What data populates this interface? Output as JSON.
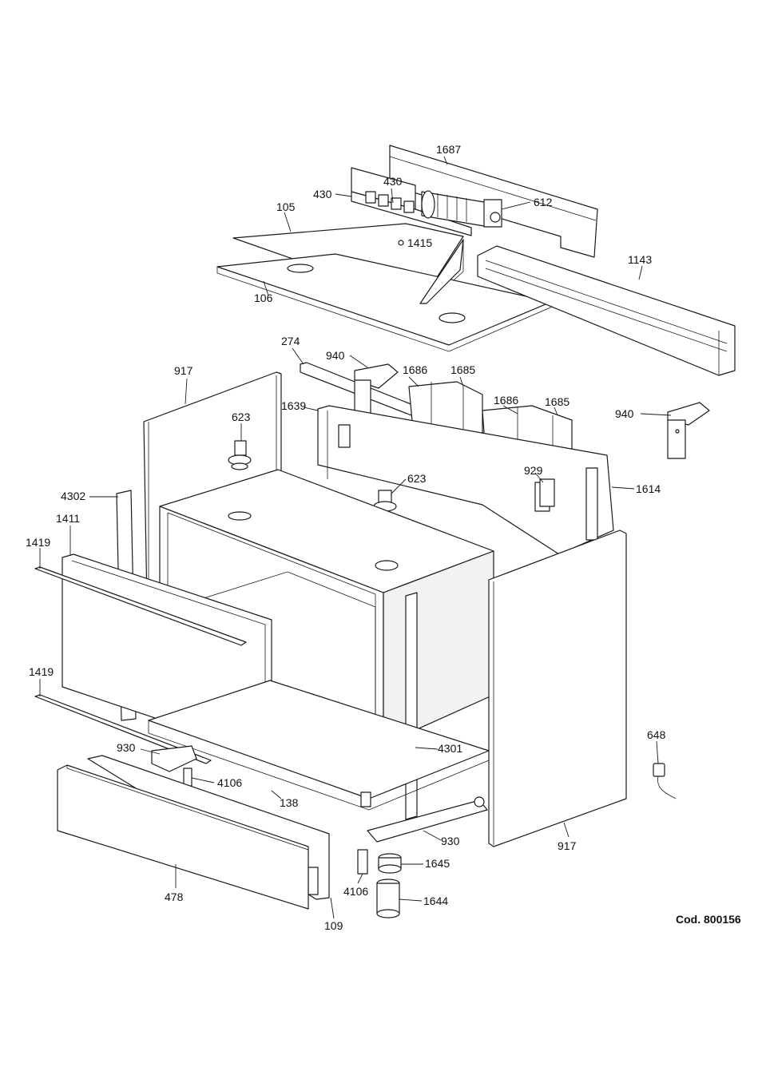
{
  "code_label": "Cod. 800156",
  "callouts": {
    "c1687": "1687",
    "c430a": "430",
    "c430b": "430",
    "c612": "612",
    "c105": "105",
    "c1415": "1415",
    "c1143": "1143",
    "c106": "106",
    "c274": "274",
    "c940a": "940",
    "c1686a": "1686",
    "c1685a": "1685",
    "c917a": "917",
    "c1639": "1639",
    "c623a": "623",
    "c1686b": "1686",
    "c1685b": "1685",
    "c940b": "940",
    "c929": "929",
    "c623b": "623",
    "c1614": "1614",
    "c4302": "4302",
    "c1411": "1411",
    "c1419a": "1419",
    "c1419b": "1419",
    "c930a": "930",
    "c4301": "4301",
    "c648": "648",
    "c4106a": "4106",
    "c138": "138",
    "c930b": "930",
    "c917b": "917",
    "c1645": "1645",
    "c4106b": "4106",
    "c1644": "1644",
    "c478": "478",
    "c109": "109"
  }
}
